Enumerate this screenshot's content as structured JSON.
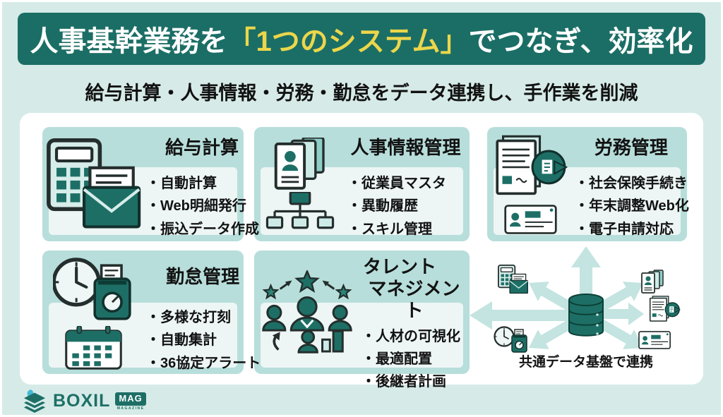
{
  "colors": {
    "banner_bg": "#1b6e65",
    "banner_text": "#ffffff",
    "banner_highlight": "#ecd64b",
    "page_bg": "#d6ebe8",
    "panel_bg": "#ffffff",
    "card_bg": "#b7dedb",
    "card_inner_bg": "#edf6f5",
    "icon_dark": "#1d6f66",
    "icon_light": "#cdeae7",
    "arrow": "#c3e4e0",
    "text": "#121212"
  },
  "header": {
    "pre": "人事基幹業務を",
    "highlight": "「1つのシステム」",
    "post": "でつなぎ、効率化"
  },
  "subtitle": "給与計算・人事情報・労務・勤怠をデータ連携し、手作業を削減",
  "cards": [
    {
      "title": "給与計算",
      "icon": "calculator-envelope-icon",
      "items": [
        "・自動計算",
        "・Web明細発行",
        "・振込データ作成"
      ]
    },
    {
      "title": "人事情報管理",
      "icon": "idcards-orgchart-icon",
      "items": [
        "・従業員マスタ",
        "・異動履歴",
        "・スキル管理"
      ]
    },
    {
      "title": "労務管理",
      "icon": "document-sync-idcard-icon",
      "items": [
        "・社会保険手続き",
        "・年末調整Web化",
        "・電子申請対応"
      ]
    },
    {
      "title": "勤怠管理",
      "icon": "clock-punch-calendar-icon",
      "items": [
        "・多様な打刻",
        "・自動集計",
        "・36協定アラート"
      ]
    },
    {
      "title": "タレント",
      "title2": "マネジメント",
      "icon": "talent-people-icon",
      "items": [
        "・人材の可視化",
        "・最適配置",
        "・後継者計画"
      ]
    }
  ],
  "hub": {
    "caption": "共通データ基盤で連携",
    "icon": "database-icon",
    "arrow_icons": [
      "calculator-envelope-icon",
      "idcards-icon",
      "document-sync-icon",
      "clock-punch-icon",
      "idcard-icon"
    ]
  },
  "footer": {
    "brand": "BOXIL",
    "badge": "MAG",
    "badge_sub": "MAGAZINE"
  }
}
